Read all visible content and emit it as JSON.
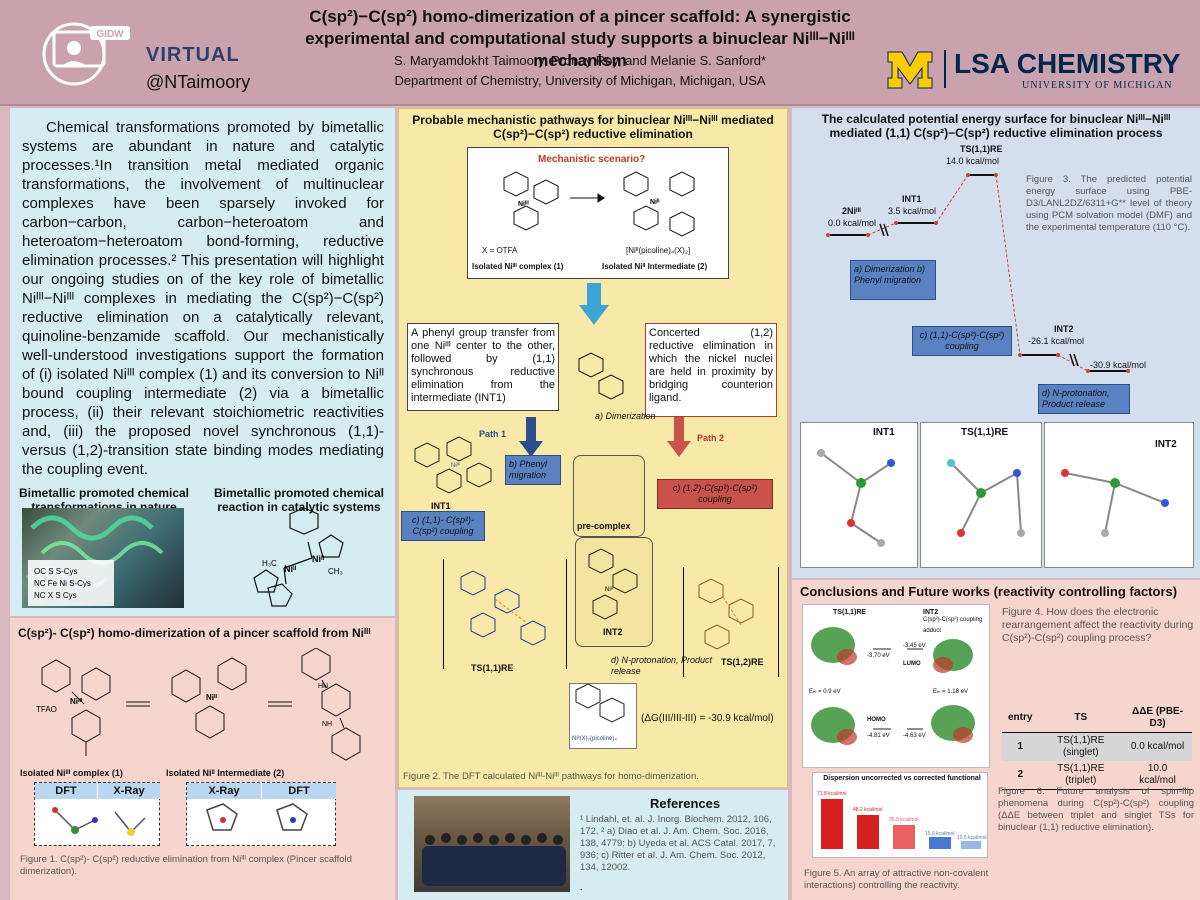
{
  "header": {
    "logo_label": "GIDW",
    "virtual_label": "VIRTUAL",
    "handle": "@NTaimoory",
    "title": "C(sp²)−C(sp²) homo-dimerization of a pincer scaffold: A synergistic experimental and computational study supports a binuclear Niᴵᴵᴵ−Niᴵᴵᴵ mechanism",
    "authors": "S. Maryamdokht Taimoory, Pronay Roy, and Melanie S. Sanford*",
    "affiliation": "Department of Chemistry, University of Michigan, Michigan, USA",
    "lsa_label": "LSA CHEMISTRY",
    "umich_sub": "UNIVERSITY OF MICHIGAN",
    "accent_color": "#ffcb05",
    "umich_blue": "#00274c"
  },
  "intro": {
    "text": "Chemical transformations promoted by bimetallic systems are abundant in nature and catalytic processes.¹In transition metal mediated organic transformations, the involvement of multinuclear complexes have been sparsely invoked for carbon−carbon, carbon−heteroatom and heteroatom−heteroatom bond-forming, reductive elimination processes.² This presentation will highlight our ongoing studies on of the key role of bimetallic Niᴵᴵᴵ−Niᴵᴵᴵ complexes in mediating the C(sp²)−C(sp²) reductive elimination on a catalytically relevant, quinoline-benzamide scaffold. Our mechanistically well-understood investigations support the formation of (i) isolated Niᴵᴵᴵ complex (1) and its conversion to Niᴵᴵ bound coupling intermediate (2) via a bimetallic process, (ii) their relevant stoichiometric reactivities and, (iii) the proposed novel synchronous (1,1)- versus (1,2)-transition state binding modes mediating the coupling event.",
    "nature_heading": "Bimetallic promoted chemical transformations in nature",
    "catalytic_heading": "Bimetallic promoted chemical reaction in catalytic systems"
  },
  "left_bottom": {
    "heading": "C(sp²)- C(sp²) homo-dimerization of a pincer scaffold from Niᴵᴵᴵ",
    "label_complex1": "Isolated Niᴵᴵᴵ complex (1)",
    "label_intermediate2": "Isolated Niᴵᴵ Intermediate (2)",
    "tab_dft_1": "DFT",
    "tab_xray_1": "X-Ray",
    "tab_xray_2": "X-Ray",
    "tab_dft_2": "DFT",
    "tfao": "TFAO",
    "caption": "Figure 1. C(sp²)- C(sp²) reductive elimination from Niᴵᴵᴵ complex (Pincer scaffold dimerization)."
  },
  "center": {
    "heading": "Probable mechanistic pathways for binuclear Niᴵᴵᴵ−Niᴵᴵᴵ mediated C(sp²)−C(sp²) reductive elimination",
    "scenario": "Mechanistic scenario?",
    "x_eq": "X = OTFA",
    "product_formula": "[Niᴵᴵ(picoline)₄(X)₂]",
    "label_complex1": "Isolated Niᴵᴵᴵ complex (1)",
    "label_intermediate2": "Isolated Niᴵᴵ Intermediate (2)",
    "path1_desc": "A phenyl group transfer from one Niᴵᴵᴵ center to the other, followed by (1,1) synchronous reductive elimination from the intermediate (INT1)",
    "path2_desc": "Concerted (1,2) reductive elimination in which the nickel nuclei are held in proximity by bridging counterion ligand.",
    "dimerization": "a) Dimerization",
    "path1": "Path 1",
    "path2": "Path 2",
    "phenyl_migration": "b) Phenyl migration",
    "coupling_12": "c) (1,2)-C(sp²)-C(sp²) coupling",
    "coupling_11": "c) (1,1)- C(sp²)-C(sp²) coupling",
    "int1": "INT1",
    "pre_complex": "pre-complex",
    "int2": "INT2",
    "ts11": "TS(1,1)RE",
    "ts12": "TS(1,2)RE",
    "nprot": "d) N-protonation, Product release",
    "dg": "(ΔG(III/III-III) = -30.9 kcal/mol)",
    "final_formula": "Niᴵᴵ(X)₂(picoline)₄",
    "caption": "Figure 2. The DFT calculated Niᴵᴵᴵ-Niᴵᴵᴵ pathways for homo-dimerization."
  },
  "references": {
    "heading": "References",
    "text": "¹ Lindahl, et. al. J. Inorg. Biochem. 2012, 106, 172. ² a) Diao et al. J. Am. Chem. Soc. 2016, 138, 4779; b) Uyeda et al. ACS Catal. 2017, 7, 936; c) Ritter et al. J. Am. Chem. Soc. 2012, 134, 12002.",
    "dot": "."
  },
  "pes": {
    "heading": "The calculated potential energy surface for binuclear Niᴵᴵᴵ−Niᴵᴵᴵ mediated (1,1) C(sp²)−C(sp²) reductive elimination process",
    "levels": [
      {
        "name": "2Niᴵᴵᴵ",
        "energy": "0.0 kcal/mol"
      },
      {
        "name": "INT1",
        "energy": "3.5 kcal/mol"
      },
      {
        "name": "TS(1,1)RE",
        "energy": "14.0 kcal/mol"
      },
      {
        "name": "INT2",
        "energy": "-26.1 kcal/mol"
      },
      {
        "name": "",
        "energy": "-30.9 kcal/mol"
      }
    ],
    "box_a": "a) Dimerization b) Phenyl migration",
    "box_c": "c) (1,1)-C(sp²)-C(sp²) coupling",
    "box_d": "d) N-protonation, Product release",
    "caption": "Figure 3. The predicted potential energy surface using PBE-D3/LANL2DZ/6311+G** level of theory using PCM solvation model (DMF) and the experimental temperature (110 °C).",
    "struct_labels": [
      "INT1",
      "TS(1,1)RE",
      "INT2"
    ]
  },
  "conclusions": {
    "heading": "Conclusions and Future works (reactivity controlling factors)",
    "fig4": "Figure 4. How does the electronic rearrangement affect the reactivity during C(sp²)-C(sp²) coupling process?",
    "table_headers": [
      "entry",
      "TS",
      "ΔΔE (PBE-D3)"
    ],
    "table_rows": [
      [
        "1",
        "TS(1,1)RE (singlet)",
        "0.0 kcal/mol"
      ],
      [
        "2",
        "TS(1,1)RE (triplet)",
        "10.0 kcal/mol"
      ]
    ],
    "fig6": "Figure 6. Future analysis of spin-flip phenomena during C(sp²)-C(sp²) coupling (ΔΔE between triplet and singlet TSs for binuclear (1,1) reductive elimination).",
    "fig5": "Figure 5. An array of attractive non-covalent interactions) controlling the reactivity.",
    "orbital_labels": {
      "ts": "TS(1,1)RE",
      "int2": "INT2",
      "int2_sub": "C(sp²)-C(sp²) coupling adduct",
      "lumo": "LUMO",
      "homo": "HOMO",
      "e1": "-3.70 eV",
      "e2": "-3.45 eV",
      "e3": "-4.81 eV",
      "e4": "-4.63 eV",
      "gap1": "Eₕₗ = 0.9 eV",
      "gap2": "Eₕₗ = 1.18 eV"
    },
    "bar_chart_title": "Dispersion uncorrected vs corrected functional",
    "bar_values": [
      "71.8 kcal/mol",
      "48.2 kcal/mol",
      "35.9 kcal/mol",
      "15.8 kcal/mol",
      "10.5 kcal/mol"
    ]
  }
}
